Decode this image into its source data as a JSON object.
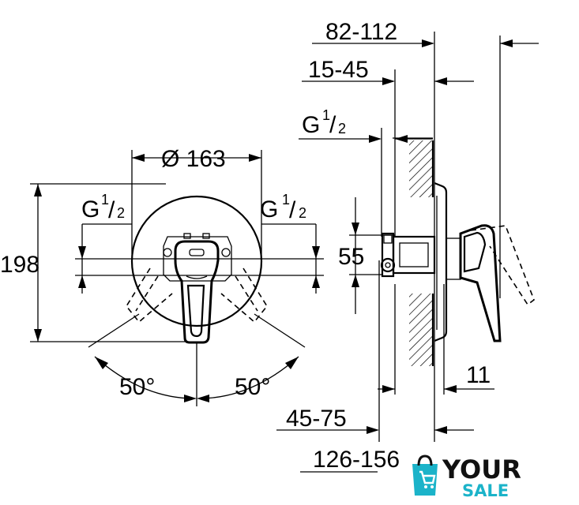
{
  "front_view": {
    "diameter_label": "Ø 163",
    "height_label": "198",
    "thread_left_base": "G",
    "thread_left_sup": "1",
    "thread_left_sub": "2",
    "thread_right_base": "G",
    "thread_right_sup": "1",
    "thread_right_sub": "2",
    "angle_left": "50°",
    "angle_right": "50°"
  },
  "side_view": {
    "dim_82_112": "82-112",
    "dim_15_45": "15-45",
    "thread_base": "G",
    "thread_sup": "1",
    "thread_sub": "2",
    "dim_55": "55",
    "dim_11": "11",
    "dim_45_75": "45-75",
    "dim_126_156": "126-156"
  },
  "logo": {
    "word_top": "YOUR",
    "word_bottom": "SALE",
    "color_dark": "#111111",
    "color_accent": "#1bb3c9"
  }
}
